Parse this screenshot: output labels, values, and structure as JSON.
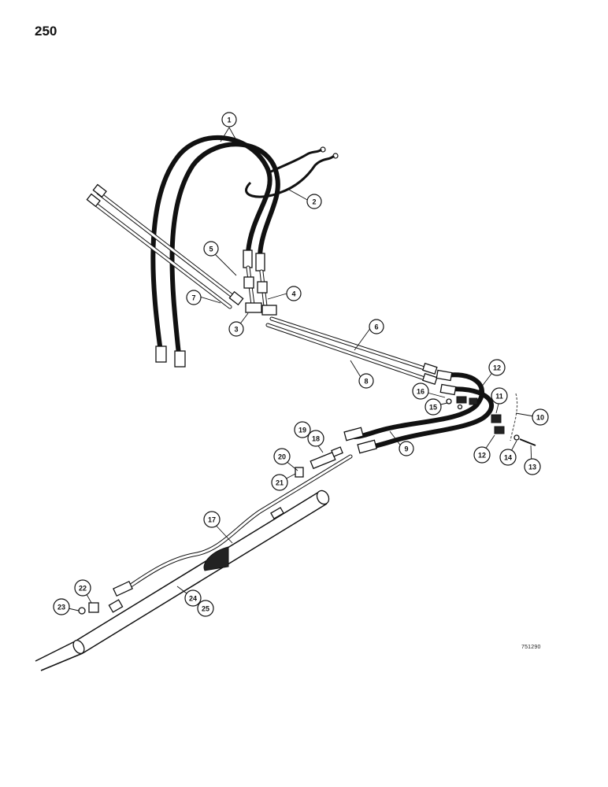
{
  "page": {
    "number": "250",
    "drawing_code": "751290"
  },
  "callouts": [
    {
      "id": "c1",
      "label": "1"
    },
    {
      "id": "c2",
      "label": "2"
    },
    {
      "id": "c3",
      "label": "3"
    },
    {
      "id": "c4",
      "label": "4"
    },
    {
      "id": "c5",
      "label": "5"
    },
    {
      "id": "c6",
      "label": "6"
    },
    {
      "id": "c7",
      "label": "7"
    },
    {
      "id": "c8",
      "label": "8"
    },
    {
      "id": "c9",
      "label": "9"
    },
    {
      "id": "c10",
      "label": "10"
    },
    {
      "id": "c11",
      "label": "11"
    },
    {
      "id": "c12a",
      "label": "12"
    },
    {
      "id": "c12b",
      "label": "12"
    },
    {
      "id": "c13",
      "label": "13"
    },
    {
      "id": "c14",
      "label": "14"
    },
    {
      "id": "c15",
      "label": "15"
    },
    {
      "id": "c16",
      "label": "16"
    },
    {
      "id": "c17",
      "label": "17"
    },
    {
      "id": "c18",
      "label": "18"
    },
    {
      "id": "c19",
      "label": "19"
    },
    {
      "id": "c20",
      "label": "20"
    },
    {
      "id": "c21",
      "label": "21"
    },
    {
      "id": "c22",
      "label": "22"
    },
    {
      "id": "c23",
      "label": "23"
    },
    {
      "id": "c24",
      "label": "24"
    },
    {
      "id": "c25",
      "label": "25"
    }
  ]
}
